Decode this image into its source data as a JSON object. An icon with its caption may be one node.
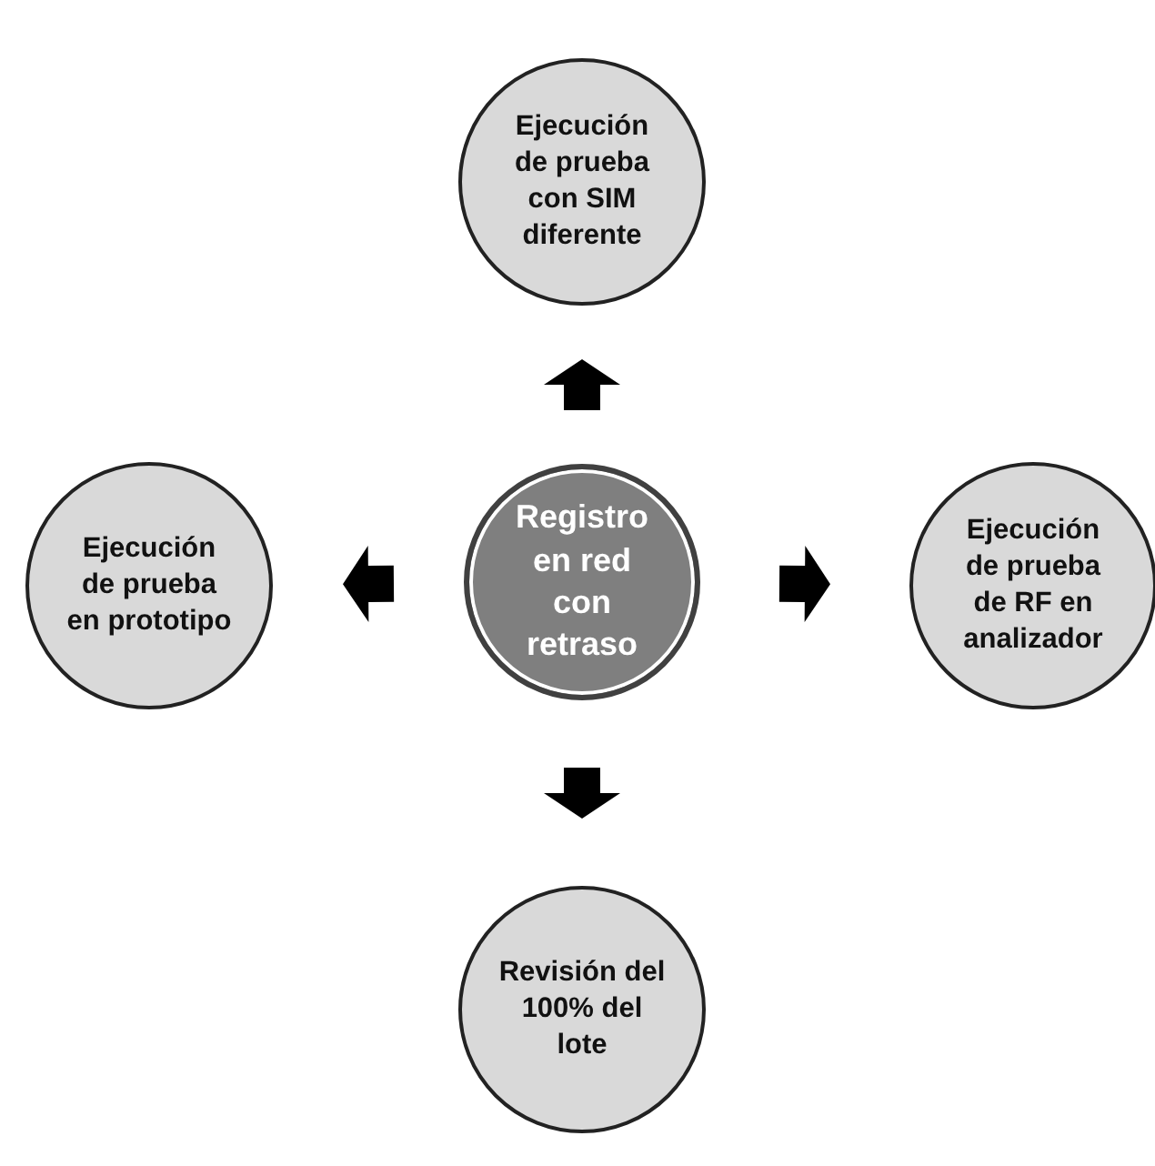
{
  "diagram": {
    "nodes": [
      {
        "text": [
          "Ejecución de prueba con SIM diferente"
        ]
      },
      {
        "text": [
          "Ejecución de prueba en prototipo"
        ]
      },
      {
        "text": [
          "Registro en red con retraso"
        ]
      },
      {
        "text": [
          "Ejecución de prueba de RF en analizador"
        ]
      },
      {
        "text": [
          "Revisión del 100% del lote"
        ]
      }
    ],
    "edges": [
      {
        "from": 2,
        "to": 0,
        "arrow": "to"
      },
      {
        "from": 2,
        "to": 1,
        "arrow": "to"
      },
      {
        "from": 2,
        "to": 3,
        "arrow": "to"
      },
      {
        "from": 2,
        "to": 4,
        "arrow": "to"
      }
    ]
  }
}
